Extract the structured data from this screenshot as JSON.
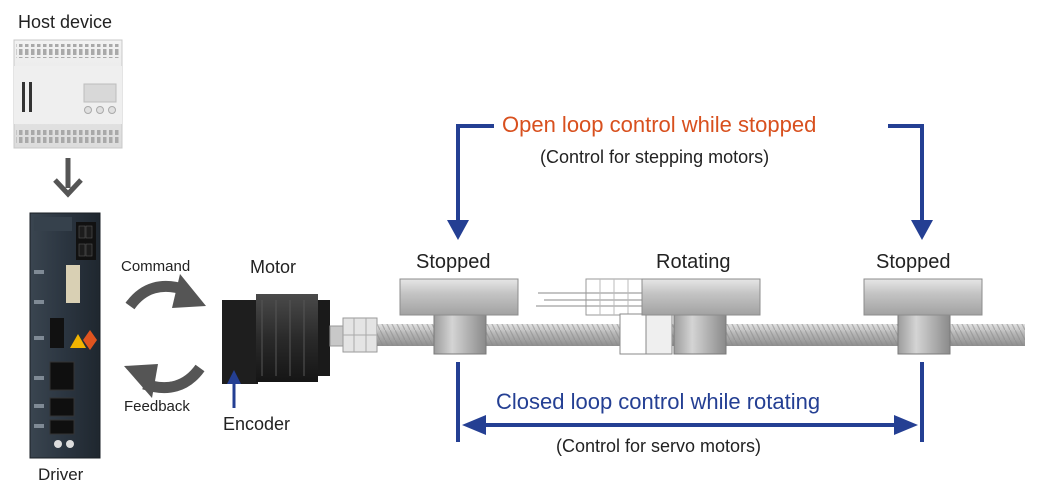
{
  "labels": {
    "host_device": "Host device",
    "driver": "Driver",
    "command": "Command",
    "feedback": "Feedback",
    "motor": "Motor",
    "encoder": "Encoder",
    "open_loop": "Open loop control while stopped",
    "open_loop_sub": "(Control for stepping motors)",
    "stopped_left": "Stopped",
    "rotating": "Rotating",
    "stopped_right": "Stopped",
    "closed_loop": "Closed loop control while rotating",
    "closed_loop_sub": "(Control for servo motors)"
  },
  "colors": {
    "open_loop_text": "#d8501e",
    "closed_loop_text": "#243f93",
    "bracket_arrows": "#243f93",
    "flow_arrows": "#555555",
    "driver_body": "#2b3540",
    "motor_body": "#2a2a2a",
    "carriage": "#b8b8b8"
  },
  "icons": {
    "cycle_arrow_top": "curved-arrow-cw-icon",
    "cycle_arrow_bottom": "curved-arrow-ccw-icon",
    "down_arrow": "down-arrow-icon",
    "warning": "warning-icon"
  }
}
